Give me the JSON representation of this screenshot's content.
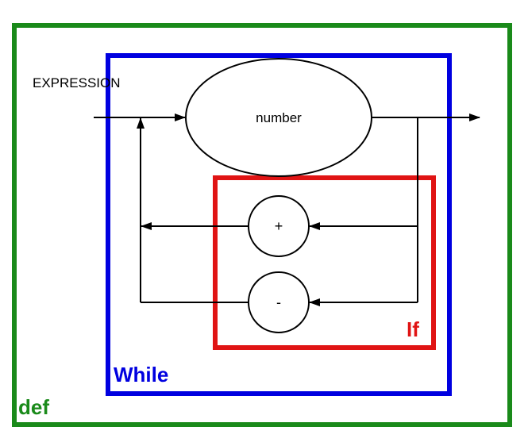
{
  "colors": {
    "def": "#1a8a1a",
    "while": "#0000e0",
    "if": "#e01414",
    "line": "#000000"
  },
  "frames": {
    "def_label": "def",
    "while_label": "While",
    "if_label": "If"
  },
  "diagram": {
    "entry_label": "EXPRESSION",
    "node_number": "number",
    "node_plus": "+",
    "node_minus": "-"
  }
}
